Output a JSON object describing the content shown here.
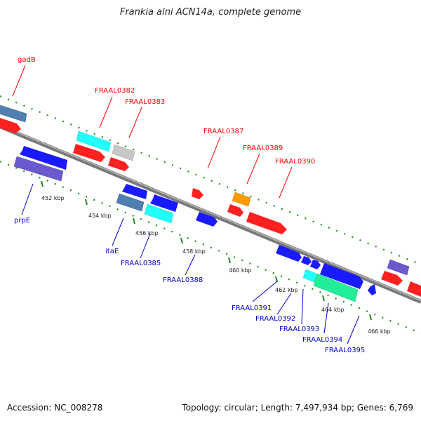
{
  "title": "Frankia alni ACN14a, complete genome",
  "footer": {
    "accession": "Accession: NC_008278",
    "stats": "Topology: circular; Length: 7,497,934 bp; Genes: 6,769"
  },
  "colors": {
    "backbone": "#777777",
    "backbone_light": "#cccccc",
    "tick": "#228b22",
    "label_top": "#ff0000",
    "label_bottom": "#0000cc",
    "red": "#ff2020",
    "blue": "#1a1aff",
    "cyan": "#22ffff",
    "steelblue": "#4f7fb0",
    "slateblue": "#6a5acd",
    "gray": "#c8c8c8",
    "orange": "#ff9900",
    "green": "#22ee99"
  },
  "ticks": [
    "452 kbp",
    "454 kbp",
    "456 kbp",
    "458 kbp",
    "460 kbp",
    "462 kbp",
    "464 kbp",
    "466 kbp"
  ],
  "labels_top": [
    "gadB",
    "FRAAL0382",
    "FRAAL0383",
    "FRAAL0387",
    "FRAAL0389",
    "FRAAL0390"
  ],
  "labels_bottom": [
    "prpE",
    "itaE",
    "FRAAL0385",
    "FRAAL0388",
    "FRAAL0391",
    "FRAAL0392",
    "FRAAL0393",
    "FRAAL0394",
    "FRAAL0395"
  ]
}
